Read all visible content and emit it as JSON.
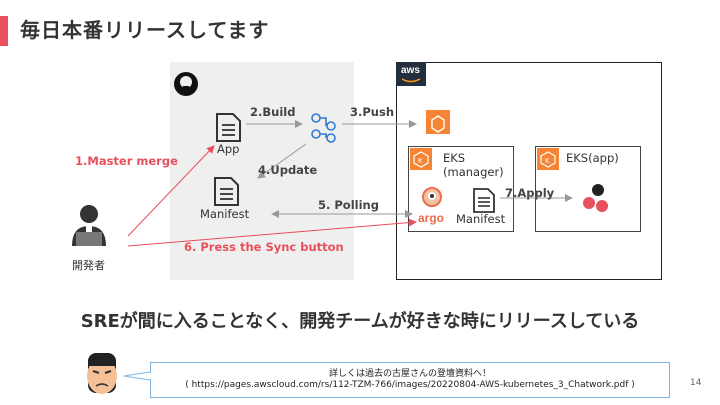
{
  "slide": {
    "title": "毎日本番リリースしてます",
    "headline": "SREが間に入ることなく、開発チームが好きな時にリリースしている",
    "page_number": "14"
  },
  "diagram": {
    "github": {
      "icon": "github-logo-icon"
    },
    "aws": {
      "badge": "aws"
    },
    "nodes": {
      "app": "App",
      "manifest": "Manifest",
      "developer": "開発者",
      "eks_manager_line1": "EKS",
      "eks_manager_line2": "(manager)",
      "eks_app": "EKS(app)",
      "argo": "argo",
      "argo_manifest": "Manifest"
    },
    "steps": {
      "master_merge": "1.Master merge",
      "build": "2.Build",
      "push": "3.Push",
      "update": "4.Update",
      "polling": "5. Polling",
      "sync": "6. Press the Sync button",
      "apply": "7.Apply"
    },
    "colors": {
      "accent": "#e8505b",
      "eks": "#f58534",
      "aws_dark": "#232f3e",
      "note_border": "#7fb2df"
    }
  },
  "note": {
    "line1": "詳しくは過去の古屋さんの登壇資料へ！",
    "line2": "( https://pages.awscloud.com/rs/112-TZM-766/images/20220804-AWS-kubernetes_3_Chatwork.pdf )"
  }
}
